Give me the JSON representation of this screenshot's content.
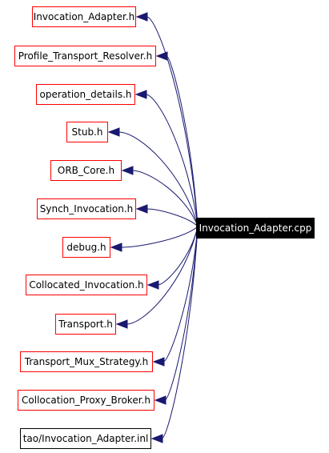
{
  "graph": {
    "root": {
      "label": "Invocation_Adapter.cpp"
    },
    "includes": [
      {
        "label": "Invocation_Adapter.h",
        "border": "#ff0000"
      },
      {
        "label": "Profile_Transport_Resolver.h",
        "border": "#ff0000"
      },
      {
        "label": "operation_details.h",
        "border": "#ff0000"
      },
      {
        "label": "Stub.h",
        "border": "#ff0000"
      },
      {
        "label": "ORB_Core.h",
        "border": "#ff0000"
      },
      {
        "label": "Synch_Invocation.h",
        "border": "#ff0000"
      },
      {
        "label": "debug.h",
        "border": "#ff0000"
      },
      {
        "label": "Collocated_Invocation.h",
        "border": "#ff0000"
      },
      {
        "label": "Transport.h",
        "border": "#ff0000"
      },
      {
        "label": "Transport_Mux_Strategy.h",
        "border": "#ff0000"
      },
      {
        "label": "Collocation_Proxy_Broker.h",
        "border": "#ff0000"
      },
      {
        "label": "tao/Invocation_Adapter.inl",
        "border": "#000000"
      }
    ],
    "colors": {
      "edge": "#191970",
      "root_fill": "#000000",
      "root_text": "#ffffff",
      "node_border": "#ff0000"
    }
  }
}
